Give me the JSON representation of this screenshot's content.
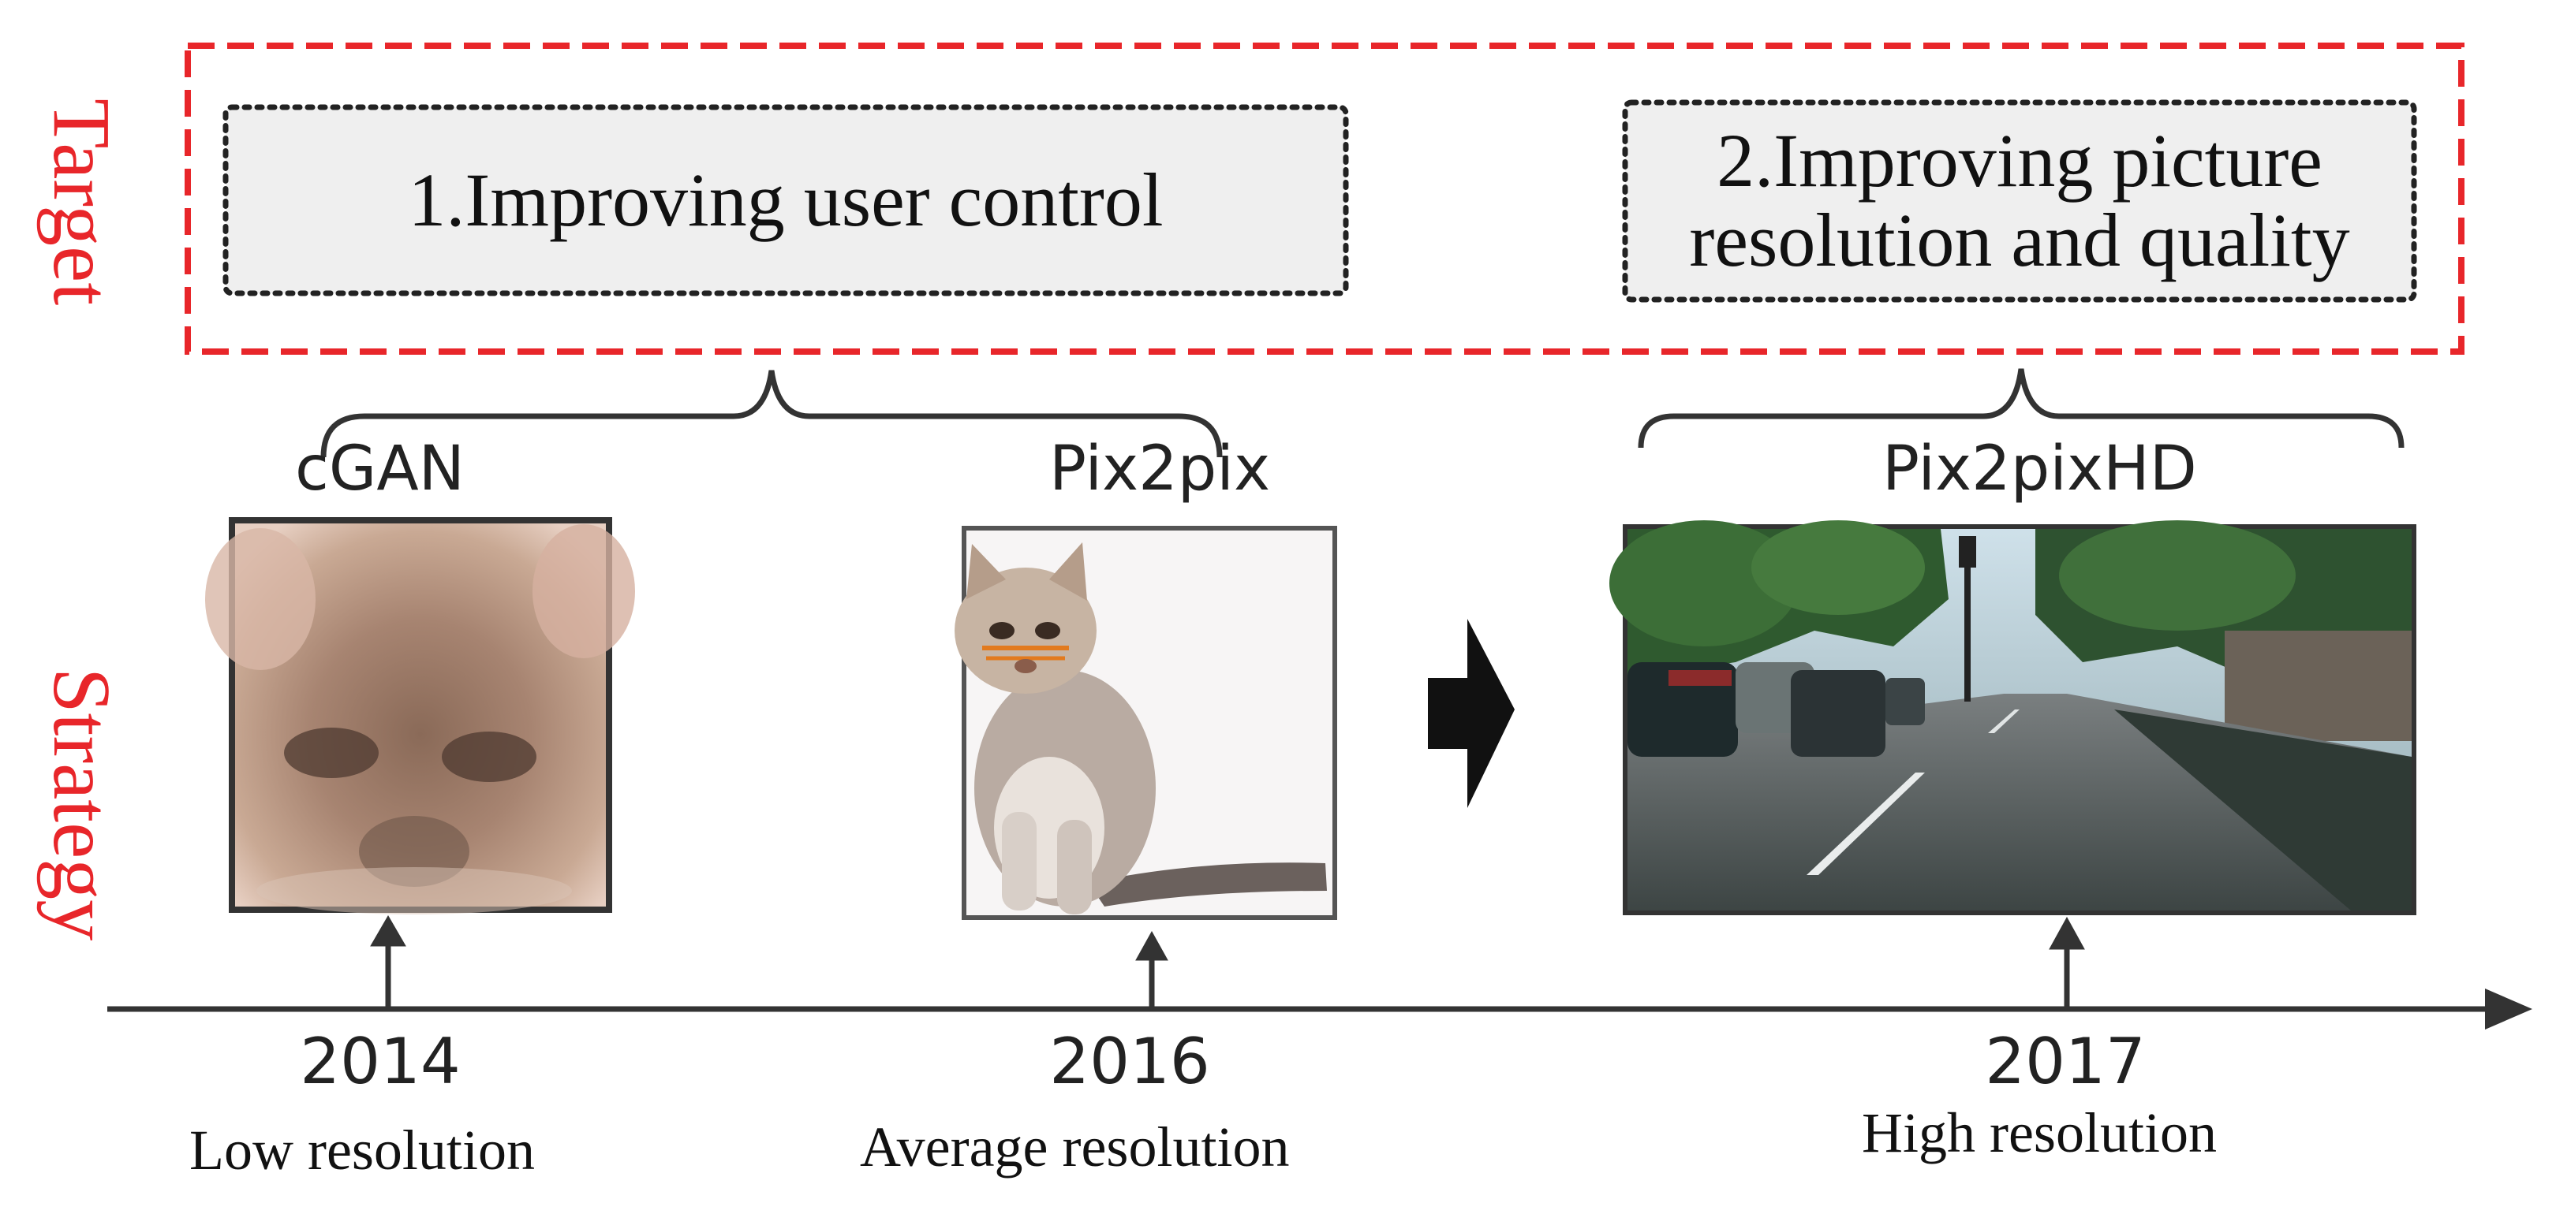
{
  "side_labels": {
    "target": "Target",
    "strategy": "Strategy"
  },
  "targets": {
    "first": "1.Improving user control",
    "second_line1": "2.Improving picture",
    "second_line2": "resolution and quality"
  },
  "models": {
    "cgan": "cGAN",
    "pix2pix": "Pix2pix",
    "pix2pixhd": "Pix2pixHD"
  },
  "timeline": [
    {
      "year": "2014",
      "resolution": "Low resolution"
    },
    {
      "year": "2016",
      "resolution": "Average resolution"
    },
    {
      "year": "2017",
      "resolution": "High resolution"
    }
  ],
  "colors": {
    "accent": "#e8262a",
    "line": "#333333",
    "box_fill": "#efefef"
  },
  "icons": {
    "images": [
      "blurry-cat-image",
      "kitten-image",
      "street-scene-image"
    ],
    "arrows": [
      "progress-arrow-icon",
      "timeline-arrow-icon"
    ]
  }
}
